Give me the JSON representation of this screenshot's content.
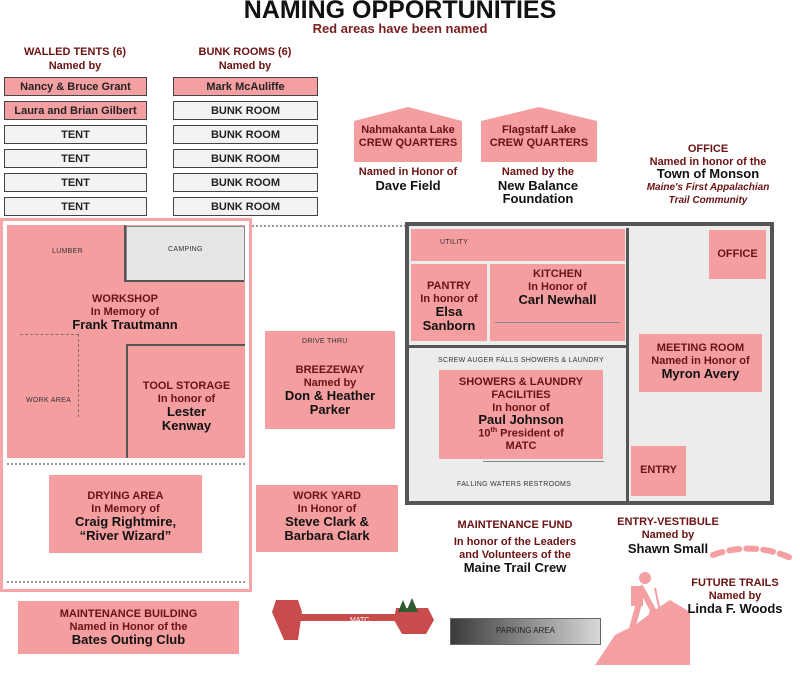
{
  "header": {
    "title": "NAMING OPPORTUNITIES",
    "subtitle": "Red areas have been named"
  },
  "walled_tents": {
    "heading": "WALLED TENTS (6)",
    "sub": "Named by",
    "items": [
      "Nancy & Bruce Grant",
      "Laura and Brian Gilbert",
      "TENT",
      "TENT",
      "TENT",
      "TENT"
    ]
  },
  "bunk_rooms": {
    "heading": "BUNK ROOMS (6)",
    "sub": "Named by",
    "items": [
      "Mark McAuliffe",
      "BUNK ROOM",
      "BUNK ROOM",
      "BUNK ROOM",
      "BUNK ROOM",
      "BUNK ROOM"
    ]
  },
  "crew_quarters": [
    {
      "line1": "Nahmakanta Lake",
      "line2": "CREW QUARTERS",
      "honor": "Named in Honor of",
      "name": "Dave Field"
    },
    {
      "line1": "Flagstaff Lake",
      "line2": "CREW QUARTERS",
      "honor": "Named by the",
      "name1": "New Balance",
      "name2": "Foundation"
    }
  ],
  "office_note": {
    "title": "OFFICE",
    "honor": "Named in honor of the",
    "name": "Town of Monson",
    "tag1": "Maine's First Appalachian",
    "tag2": "Trail Community"
  },
  "workshop": {
    "lumber": "LUMBER",
    "camping": "CAMPING",
    "title": "WORKSHOP",
    "honor": "In Memory of",
    "name": "Frank Trautmann",
    "work_area": "WORK AREA"
  },
  "tool_storage": {
    "title": "TOOL STORAGE",
    "honor": "In honor of",
    "name1": "Lester",
    "name2": "Kenway"
  },
  "drying_area": {
    "title": "DRYING AREA",
    "honor": "In Memory of",
    "name1": "Craig Rightmire,",
    "name2": "“River Wizard”"
  },
  "maintenance_building": {
    "title": "MAINTENANCE BUILDING",
    "honor": "Named in Honor of the",
    "name": "Bates Outing Club"
  },
  "breezeway": {
    "drive": "DRIVE THRU",
    "title": "BREEZEWAY",
    "honor": "Named by",
    "name1": "Don & Heather",
    "name2": "Parker"
  },
  "work_yard": {
    "title": "WORK YARD",
    "honor": "In Honor of",
    "name1": "Steve Clark &",
    "name2": "Barbara Clark"
  },
  "main_building": {
    "utility": "UTILITY",
    "pantry": {
      "title": "PANTRY",
      "honor": "In honor of",
      "name1": "Elsa",
      "name2": "Sanborn"
    },
    "kitchen": {
      "title": "KITCHEN",
      "honor": "In Honor of",
      "name": "Carl Newhall"
    },
    "office": "OFFICE",
    "meeting": {
      "title": "MEETING ROOM",
      "honor": "Named in Honor of",
      "name": "Myron Avery"
    },
    "screw_auger": "SCREW AUGER FALLS SHOWERS & LAUNDRY",
    "showers": {
      "title1": "SHOWERS & LAUNDRY",
      "title2": "FACILITIES",
      "honor": "In honor of",
      "name": "Paul Johnson",
      "ord": "10",
      "sup": "th",
      "pres": " President of",
      "org": "MATC"
    },
    "restrooms": "FALLING WATERS RESTROOMS",
    "entry": "ENTRY"
  },
  "maintenance_fund": {
    "title": "MAINTENANCE FUND",
    "honor1": "In honor of the Leaders",
    "honor2": "and Volunteers of the",
    "name": "Maine Trail Crew"
  },
  "entry_vestibule": {
    "title": "ENTRY-VESTIBULE",
    "honor": "Named by",
    "name": "Shawn Small"
  },
  "future_trails": {
    "title": "FUTURE TRAILS",
    "honor": "Named by",
    "name": "Linda F. Woods"
  },
  "parking": "PARKING AREA",
  "logo_text": "MATC",
  "colors": {
    "named": "#f49ea0",
    "title_red": "#6b1212",
    "wall": "#555555"
  }
}
